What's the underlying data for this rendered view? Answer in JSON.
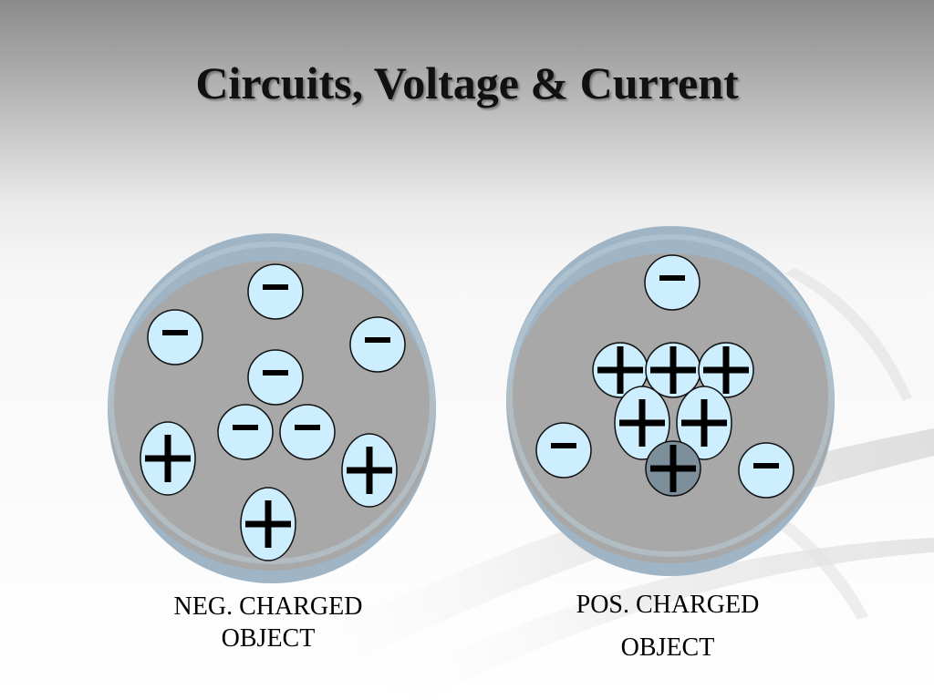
{
  "slide": {
    "title": "Circuits, Voltage & Current"
  },
  "objects": [
    {
      "caption_lines": [
        "NEG. CHARGED",
        "OBJECT"
      ],
      "charges": [
        {
          "sign": "-",
          "shape": "circle"
        },
        {
          "sign": "-",
          "shape": "circle"
        },
        {
          "sign": "-",
          "shape": "circle"
        },
        {
          "sign": "-",
          "shape": "circle"
        },
        {
          "sign": "-",
          "shape": "circle"
        },
        {
          "sign": "-",
          "shape": "circle"
        },
        {
          "sign": "+",
          "shape": "oval"
        },
        {
          "sign": "+",
          "shape": "oval"
        },
        {
          "sign": "+",
          "shape": "oval"
        }
      ]
    },
    {
      "caption_lines": [
        "POS. CHARGED",
        "OBJECT"
      ],
      "charges": [
        {
          "sign": "-",
          "shape": "circle"
        },
        {
          "sign": "-",
          "shape": "circle"
        },
        {
          "sign": "-",
          "shape": "circle"
        },
        {
          "sign": "+",
          "shape": "circle"
        },
        {
          "sign": "+",
          "shape": "circle"
        },
        {
          "sign": "+",
          "shape": "circle"
        },
        {
          "sign": "+",
          "shape": "oval"
        },
        {
          "sign": "+",
          "shape": "oval"
        },
        {
          "sign": "+",
          "shape": "circle",
          "shaded": true
        }
      ]
    }
  ],
  "colors": {
    "particle_fill": "#cdeeff",
    "particle_shaded": "#7e8f9c",
    "disc_rim": "#9fb5c6",
    "disc_face": "#a8a8a8"
  }
}
